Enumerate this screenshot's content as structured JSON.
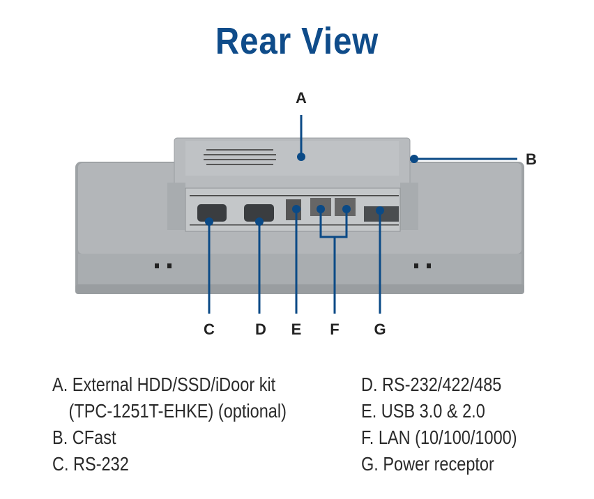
{
  "title": "Rear View",
  "callouts": [
    "A",
    "B",
    "C",
    "D",
    "E",
    "F",
    "G"
  ],
  "legend_left": [
    "A. External HDD/SSD/iDoor kit",
    "(TPC-1251T-EHKE) (optional)",
    "B. CFast",
    "C. RS-232"
  ],
  "legend_right": [
    "D. RS-232/422/485",
    "E. USB 3.0 & 2.0",
    "F.  LAN (10/100/1000)",
    "G. Power receptor"
  ],
  "colors": {
    "accent": "#0f4c8a",
    "callout": "#0b4a86",
    "device": "#a8acaf"
  }
}
